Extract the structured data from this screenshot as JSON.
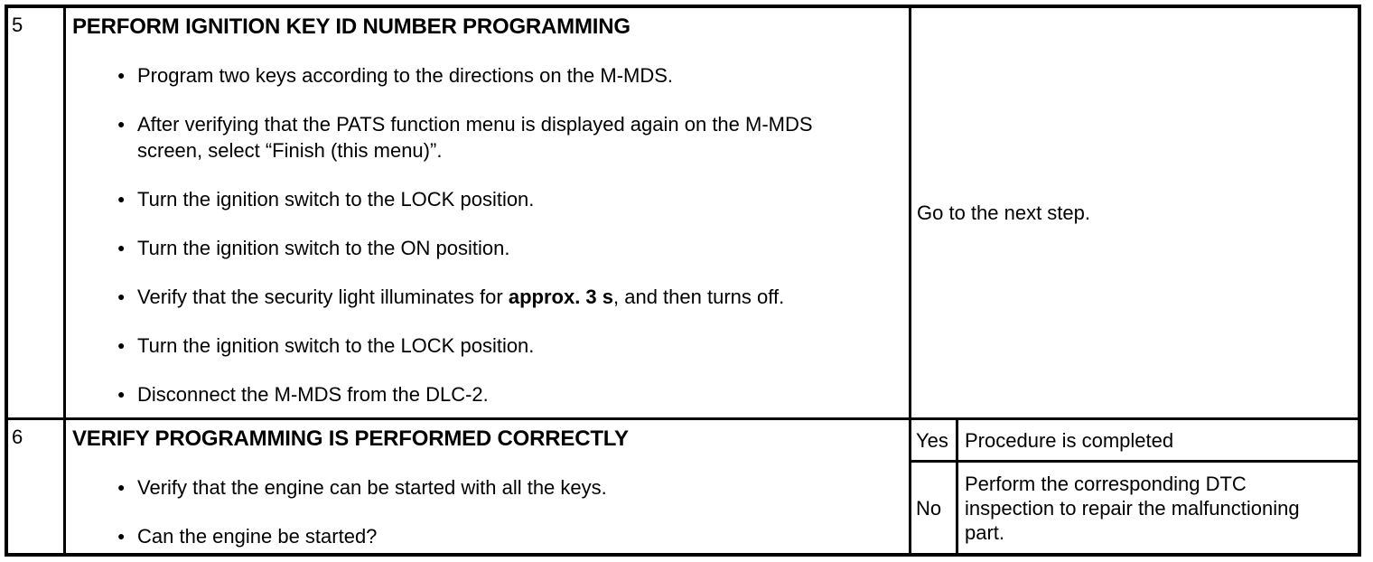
{
  "table": {
    "bullet_glyph": "●",
    "colors": {
      "border": "#000000",
      "text": "#000000",
      "background": "#ffffff"
    },
    "rows": [
      {
        "step": "5",
        "title": "PERFORM IGNITION KEY ID NUMBER PROGRAMMING",
        "bullets": [
          {
            "pre": "Program two keys according to the directions on the M-MDS.",
            "bold": "",
            "post": ""
          },
          {
            "pre": "After verifying that the PATS function menu is displayed again on the M-MDS screen, select “Finish (this menu)”.",
            "bold": "",
            "post": ""
          },
          {
            "pre": "Turn the ignition switch to the LOCK position.",
            "bold": "",
            "post": ""
          },
          {
            "pre": "Turn the ignition switch to the ON position.",
            "bold": "",
            "post": ""
          },
          {
            "pre": "Verify that the security light illuminates for ",
            "bold": "approx. 3 s",
            "post": ", and then turns off."
          },
          {
            "pre": "Turn the ignition switch to the LOCK position.",
            "bold": "",
            "post": ""
          },
          {
            "pre": "Disconnect the M-MDS from the DLC-2.",
            "bold": "",
            "post": ""
          }
        ],
        "result": "Go to the next step."
      },
      {
        "step": "6",
        "title": "VERIFY PROGRAMMING IS PERFORMED CORRECTLY",
        "bullets": [
          {
            "pre": "Verify that the engine can be started with all the keys.",
            "bold": "",
            "post": ""
          },
          {
            "pre": "Can the engine be started?",
            "bold": "",
            "post": ""
          }
        ],
        "branches": [
          {
            "label": "Yes",
            "action": "Procedure is completed"
          },
          {
            "label": "No",
            "action": "Perform the corresponding DTC inspection to repair the malfunctioning part."
          }
        ]
      }
    ]
  }
}
